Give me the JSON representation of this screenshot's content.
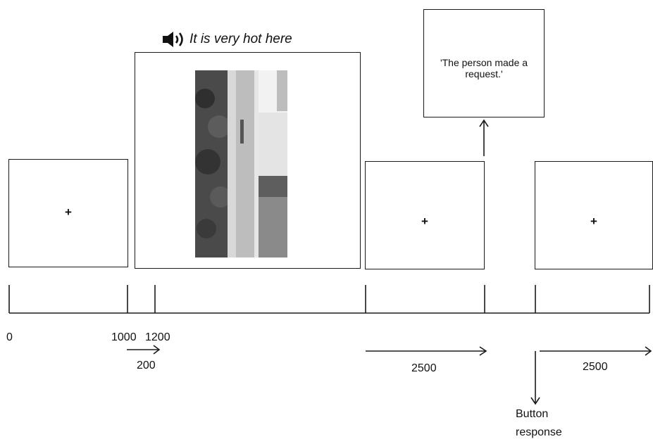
{
  "audio": {
    "icon": "speaker-icon",
    "utterance": "It is very hot here"
  },
  "fixation_symbol": "+",
  "question_text": "'The person made a request.'",
  "timeline": {
    "tick_labels": [
      "0",
      "1000",
      "1200"
    ],
    "durations": [
      "200",
      "2500",
      "2500"
    ],
    "response_label_line1": "Button",
    "response_label_line2": "response"
  }
}
